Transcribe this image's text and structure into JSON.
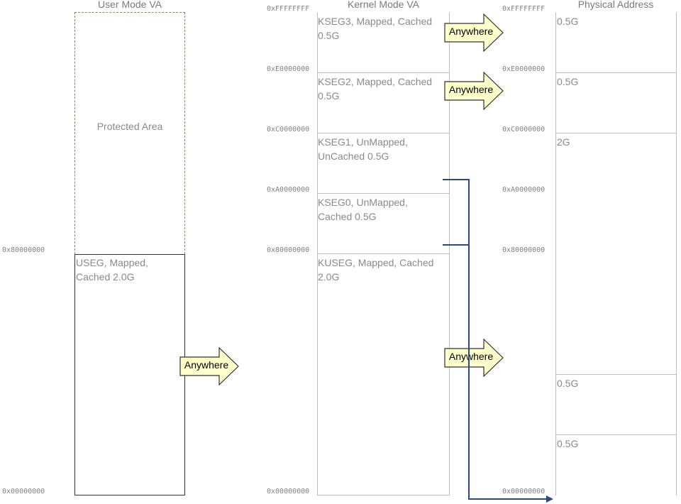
{
  "user": {
    "title": "User Mode VA",
    "addr_top": "0x80000000",
    "addr_bottom": "0x00000000",
    "protected_label": "Protected Area",
    "useg_line1": "USEG, Mapped,",
    "useg_line2": "Cached 2.0G",
    "arrow_label": "Anywhere"
  },
  "kernel": {
    "title": "Kernel Mode VA",
    "addrs": [
      "0xFFFFFFFF",
      "0xE0000000",
      "0xC0000000",
      "0xA0000000",
      "0x80000000",
      "0x00000000"
    ],
    "kseg3_line1": "KSEG3, Mapped, Cached",
    "kseg3_line2": "0.5G",
    "kseg2_line1": "KSEG2, Mapped, Cached",
    "kseg2_line2": "0.5G",
    "kseg1_line1": "KSEG1, UnMapped,",
    "kseg1_line2": "UnCached 0.5G",
    "kseg0_line1": "KSEG0, UnMapped,",
    "kseg0_line2": "Cached 0.5G",
    "kuseg_line1": "KUSEG, Mapped, Cached",
    "kuseg_line2": "2.0G",
    "arrow_labels": [
      "Anywhere",
      "Anywhere",
      "Anywhere"
    ]
  },
  "physical": {
    "title": "Physical Address",
    "addrs": [
      "0xFFFFFFFF",
      "0xE0000000",
      "0xC0000000",
      "0xA0000000",
      "0x80000000",
      "0x00000000"
    ],
    "sizes": [
      "0.5G",
      "0.5G",
      "2G",
      "0.5G",
      "0.5G"
    ]
  },
  "colors": {
    "protected_border": "#8a8a5a",
    "segment_border": "#c0c0c0",
    "useg_border": "#333333",
    "arrow_fill": "#ffffcc",
    "arrow_stroke": "#333333",
    "connector": "#2e4a7a"
  }
}
